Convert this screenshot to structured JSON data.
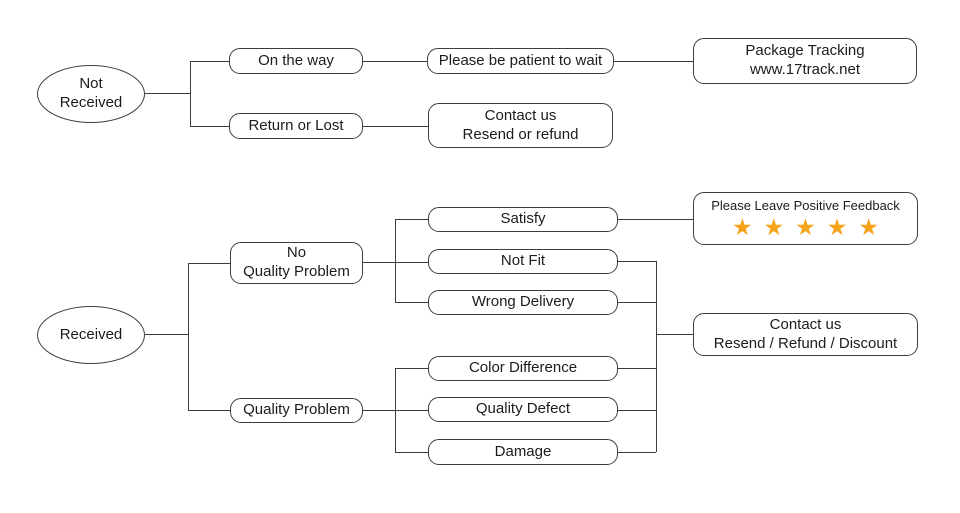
{
  "diagram": {
    "background_color": "#ffffff",
    "line_color": "#3d3d3d",
    "box_border_color": "#3d3d3d",
    "text_color": "#1c1c1c",
    "star_color": "#F6A31C"
  },
  "not_received_flow": {
    "root_line1": "Not",
    "root_line2": "Received",
    "on_the_way": "On the way",
    "please_be_patient": "Please be patient to wait",
    "package_tracking_line1": "Package Tracking",
    "package_tracking_line2": "www.17track.net",
    "return_or_lost": "Return or Lost",
    "contact_line1": "Contact us",
    "contact_line2": "Resend or refund"
  },
  "received_flow": {
    "root": "Received",
    "no_quality_problem_line1": "No",
    "no_quality_problem_line2": "Quality Problem",
    "quality_problem": "Quality Problem",
    "satisfy": "Satisfy",
    "not_fit": "Not Fit",
    "wrong_delivery": "Wrong Delivery",
    "color_difference": "Color Difference",
    "quality_defect": "Quality Defect",
    "damage": "Damage",
    "feedback_label": "Please Leave Positive Feedback",
    "feedback_stars": "★★★★★",
    "feedback_star_count": 5,
    "contact_line1": "Contact us",
    "contact_line2": "Resend / Refund / Discount"
  }
}
